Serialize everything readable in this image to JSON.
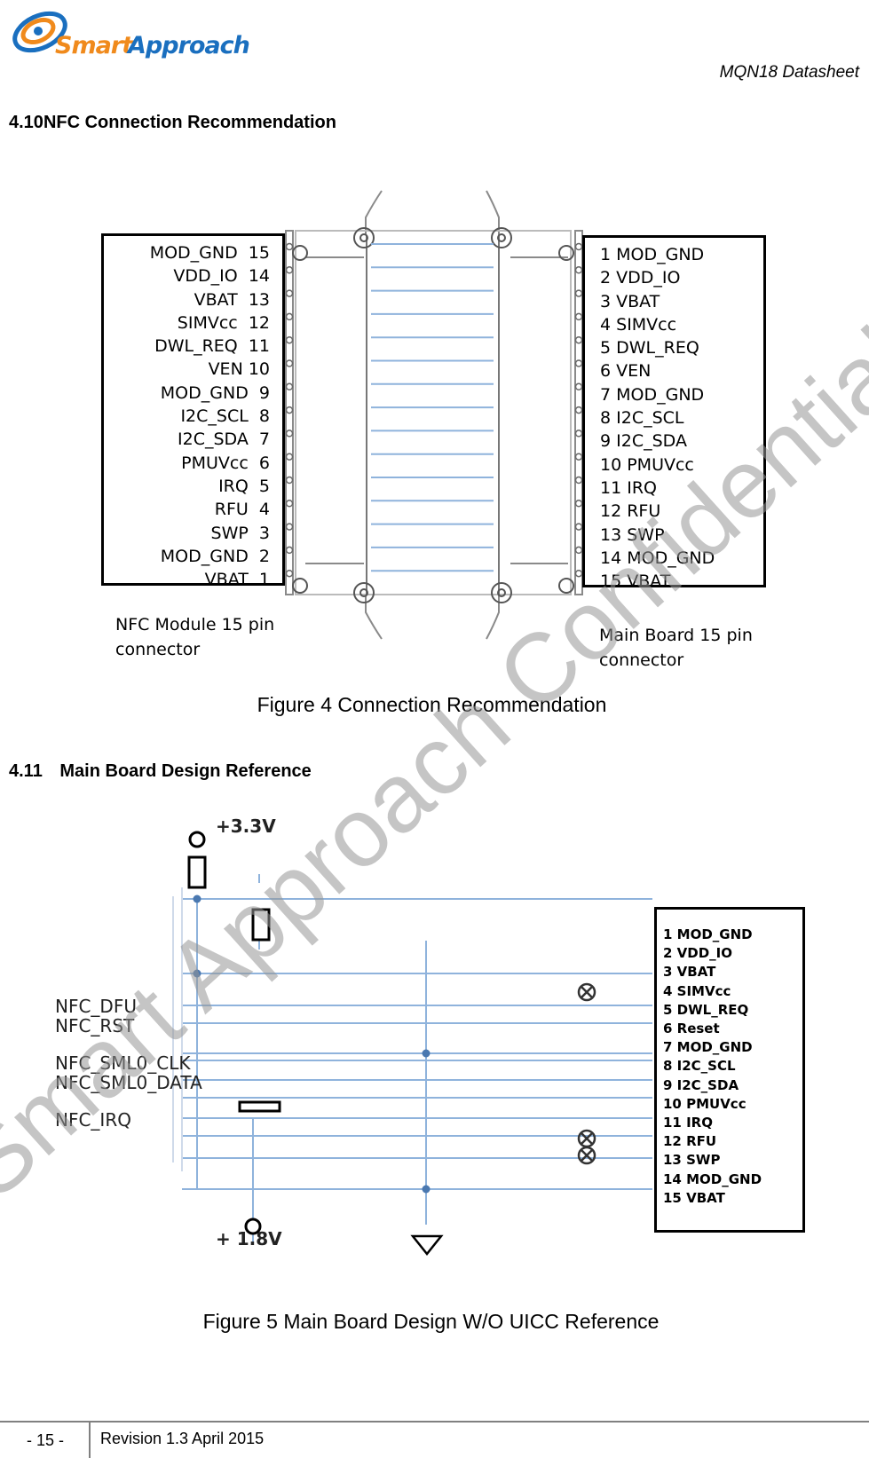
{
  "header": {
    "logo_text": "Smart Approach",
    "doc_title": "MQN18 Datasheet"
  },
  "section_410": {
    "number": "4.10",
    "title": "NFC Connection Recommendation"
  },
  "figure4": {
    "left_pins": [
      "MOD_GND  15",
      "VDD_IO  14",
      "VBAT  13",
      "SIMVcc  12",
      "DWL_REQ  11",
      "VEN 10",
      "MOD_GND  9",
      "I2C_SCL  8",
      "I2C_SDA  7",
      "PMUVcc  6",
      "IRQ  5",
      "RFU  4",
      "SWP  3",
      "MOD_GND  2",
      "VBAT  1"
    ],
    "right_pins": [
      "1 MOD_GND",
      "2 VDD_IO",
      "3 VBAT",
      "4 SIMVcc",
      "5 DWL_REQ",
      "6 VEN",
      "7 MOD_GND",
      "8 I2C_SCL",
      "9 I2C_SDA",
      "10 PMUVcc",
      "11 IRQ",
      "12 RFU",
      "13 SWP",
      "14 MOD_GND",
      "15 VBAT"
    ],
    "left_caption": "NFC Module 15 pin\nconnector",
    "right_caption": "Main Board 15 pin\nconnector",
    "caption": "Figure 4 Connection Recommendation"
  },
  "section_411": {
    "number": "4.11",
    "title": "Main Board Design Reference"
  },
  "figure5": {
    "supply_top": "+3.3V",
    "supply_bottom": "+ 1.8V",
    "nets": [
      "NFC_DFU",
      "NFC_RST",
      "NFC_SML0_CLK",
      "NFC_SML0_DATA",
      "NFC_IRQ"
    ],
    "pins": [
      "1 MOD_GND",
      "2 VDD_IO",
      "3 VBAT",
      "4 SIMVcc",
      "5 DWL_REQ",
      "6 Reset",
      "7 MOD_GND",
      "8 I2C_SCL",
      "9 I2C_SDA",
      "10 PMUVcc",
      "11 IRQ",
      "12 RFU",
      "13 SWP",
      "14 MOD_GND",
      "15 VBAT"
    ],
    "caption": "Figure 5 Main Board Design W/O UICC Reference"
  },
  "footer": {
    "page": "- 15 -",
    "revision": "Revision 1.3 April 2015"
  },
  "watermark": "Smart Approach Confidential",
  "colors": {
    "logo_orange": "#f08a1c",
    "logo_blue": "#1a6fbf",
    "trace_blue": "#8fb3dc",
    "node_blue": "#4a78b0"
  }
}
